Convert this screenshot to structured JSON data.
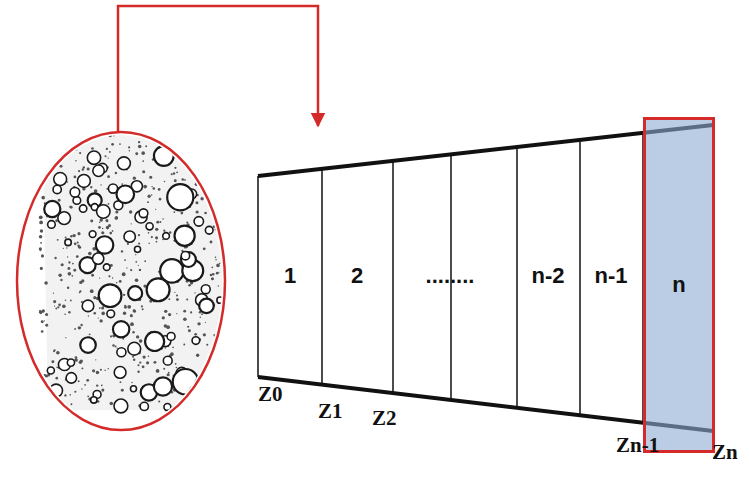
{
  "diagram": {
    "nodes": [
      {
        "text": [
          "1"
        ]
      },
      {
        "text": [
          "2"
        ]
      },
      {
        "text": [
          "n-2"
        ]
      },
      {
        "text": [
          "n-1"
        ]
      },
      {
        "text": [
          "n"
        ]
      }
    ],
    "labels": [
      "........",
      "Z0",
      "Z1",
      "Z2",
      "Zn-1",
      "Zn"
    ]
  }
}
